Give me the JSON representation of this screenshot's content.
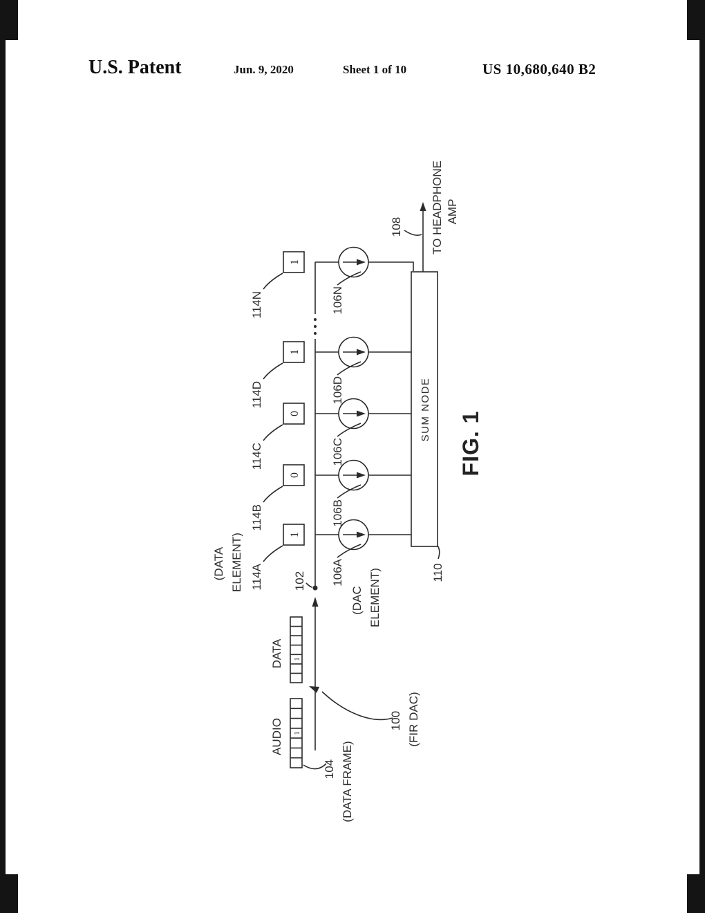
{
  "header": {
    "title": "U.S. Patent",
    "date": "Jun. 9, 2020",
    "sheet": "Sheet 1 of 10",
    "patent_number": "US 10,680,640 B2"
  },
  "figure": {
    "caption": "FIG. 1",
    "overall": {
      "ref": "100",
      "sublabel": "(FIR DAC)"
    },
    "frame": {
      "ref": "104",
      "sublabel": "(DATA FRAME)",
      "audio": {
        "label": "AUDIO",
        "cells": [
          "",
          "",
          "",
          "1",
          "",
          "",
          ""
        ]
      },
      "data": {
        "label": "DATA",
        "cells": [
          "",
          "",
          "1",
          "",
          "",
          "",
          ""
        ]
      }
    },
    "input": {
      "ref": "102"
    },
    "notes": {
      "data_element": [
        "(DATA",
        "ELEMENT)"
      ],
      "dac_element": [
        "(DAC",
        "ELEMENT)"
      ]
    },
    "ellipsis": "...",
    "columns": [
      {
        "box_label": "114A",
        "bit": "1",
        "dac_label": "106A"
      },
      {
        "box_label": "114B",
        "bit": "0",
        "dac_label": "106B"
      },
      {
        "box_label": "114C",
        "bit": "0",
        "dac_label": "106C"
      },
      {
        "box_label": "114D",
        "bit": "1",
        "dac_label": "106D"
      },
      {
        "box_label": "114N",
        "bit": "1",
        "dac_label": "106N"
      }
    ],
    "sum_node": {
      "label": "SUM NODE",
      "ref": "110"
    },
    "output": {
      "ref": "108",
      "lines": [
        "TO HEADPHONE",
        "AMP"
      ]
    }
  }
}
